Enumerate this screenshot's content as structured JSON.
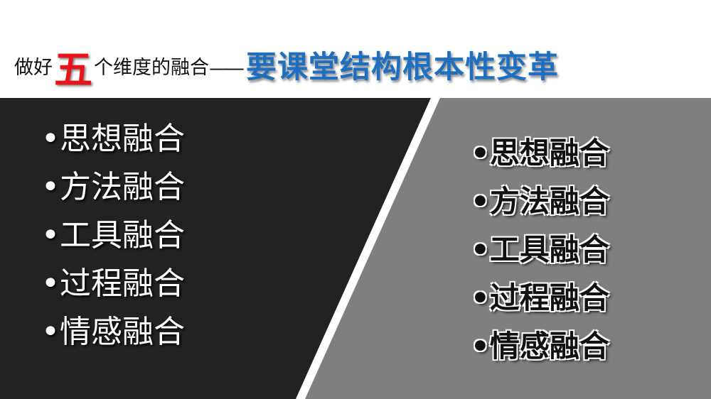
{
  "title": {
    "prefix": "做好",
    "highlight": "五",
    "middle": "个维度的融合",
    "dash": "——",
    "main": "要课堂结构根本性变革"
  },
  "colors": {
    "red": "#e8141a",
    "blue": "#1f6fc0",
    "dark": "#222222",
    "gray": "#7f7f7f"
  },
  "bullet": "•",
  "left_items": [
    "思想融合",
    "方法融合",
    "工具融合",
    "过程融合",
    "情感融合"
  ],
  "right_items": [
    "思想融合",
    "方法融合",
    "工具融合",
    "过程融合",
    "情感融合"
  ]
}
